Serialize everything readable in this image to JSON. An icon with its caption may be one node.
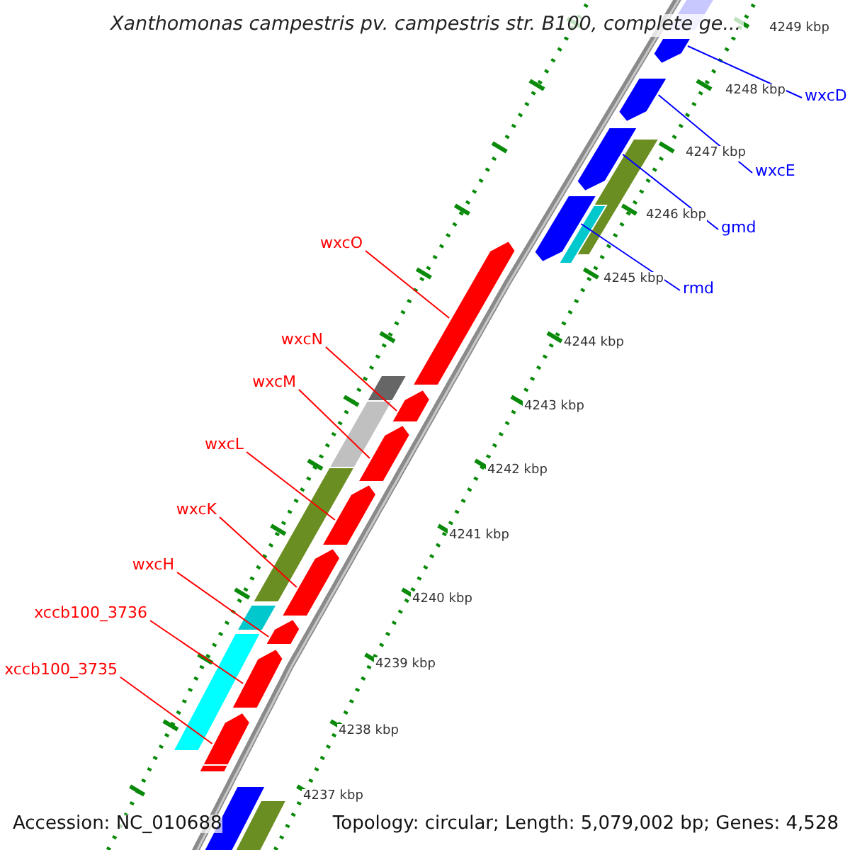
{
  "diagram": {
    "title": "Xanthomonas campestris pv. campestris str. B100, complete ge...",
    "nodes": [
      {
        "text": [
          "wxcD"
        ]
      },
      {
        "text": [
          "wxcE"
        ]
      },
      {
        "text": [
          "gmd"
        ]
      },
      {
        "text": [
          "wxcO"
        ]
      },
      {
        "text": [
          "rmd"
        ]
      },
      {
        "text": [
          "wxcN"
        ]
      },
      {
        "text": [
          "wxcM"
        ]
      },
      {
        "text": [
          "wxcL"
        ]
      },
      {
        "text": [
          "wxcK"
        ]
      },
      {
        "text": [
          "wxcH"
        ]
      },
      {
        "text": [
          "xccb100_3736"
        ]
      },
      {
        "text": [
          "xccb100_3735"
        ]
      },
      {
        "text": [],
        "shape": "bar"
      },
      {
        "text": [],
        "shape": "bar"
      },
      {
        "text": [],
        "shape": "bar"
      },
      {
        "text": [],
        "shape": "bar"
      },
      {
        "text": [],
        "shape": "bar"
      },
      {
        "text": [],
        "shape": "bar"
      },
      {
        "text": [],
        "shape": "bar"
      },
      {
        "text": [],
        "shape": "bar"
      },
      {
        "text": [],
        "shape": "bar"
      },
      {
        "text": [],
        "shape": "bar"
      },
      {
        "text": [],
        "shape": "bar"
      },
      {
        "text": [],
        "shape": "bar"
      }
    ],
    "edges": [
      {
        "from": 0,
        "to": 12,
        "arrow": "none",
        "color": "#0000ff"
      },
      {
        "from": 1,
        "to": 13,
        "arrow": "none",
        "color": "#0000ff"
      },
      {
        "from": 2,
        "to": 14,
        "arrow": "none",
        "color": "#0000ff"
      },
      {
        "from": 3,
        "to": 15,
        "arrow": "none"
      },
      {
        "from": 4,
        "to": 16,
        "arrow": "none",
        "color": "#0000ff"
      },
      {
        "from": 5,
        "to": 17,
        "arrow": "none"
      },
      {
        "from": 6,
        "to": 18,
        "arrow": "none"
      },
      {
        "from": 7,
        "to": 19,
        "arrow": "none"
      },
      {
        "from": 8,
        "to": 20,
        "arrow": "none"
      },
      {
        "from": 9,
        "to": 21,
        "arrow": "none"
      },
      {
        "from": 10,
        "to": 22,
        "arrow": "none"
      },
      {
        "from": 11,
        "to": 23,
        "arrow": "none"
      }
    ],
    "labels": [
      "4249 kbp",
      "4248 kbp",
      "4247 kbp",
      "4246 kbp",
      "4245 kbp",
      "4244 kbp",
      "4243 kbp",
      "4242 kbp",
      "4241 kbp",
      "4240 kbp",
      "4239 kbp",
      "4238 kbp",
      "4237 kbp",
      "Accession: NC_010688",
      "Topology: circular; Length: 5,079,002 bp; Genes: 4,528"
    ]
  }
}
